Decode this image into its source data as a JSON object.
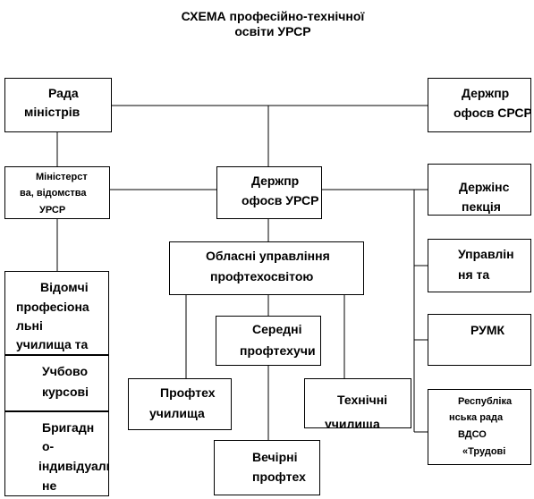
{
  "title": {
    "line1": "СХЕМА професійно-технічної",
    "line2": "освіти УРСР"
  },
  "nodes": {
    "rada_ministriv": {
      "line1": "Рада",
      "line2": "міністрів"
    },
    "derzhprofosvit_srsr": {
      "line1": "Держпр",
      "line2": "офосв СРСР"
    },
    "ministerstva": {
      "line1": "Міністерст",
      "line2": "ва, відомства",
      "line3": "УРСР"
    },
    "derzhprofosvit_ursr": {
      "line1": "Держпр",
      "line2": "офосв УРСР"
    },
    "derzhinspektsiia": {
      "line1": "Держінс",
      "line2": "пекція"
    },
    "oblasni_upravlinnia": {
      "line1": "Обласні управління",
      "line2": "профтехосвітою"
    },
    "upravlinnia_ta": {
      "line1": "Управлін",
      "line2": "ня та"
    },
    "vidomchi_uchylyshcha": {
      "line1": "Відомчі",
      "line2": "професіона",
      "line3": "льні",
      "line4": "училища та"
    },
    "seredni_proftekhuchylyshcha": {
      "line1": "Середні",
      "line2": "профтехучи"
    },
    "rumk": {
      "line1": "РУМК"
    },
    "uchbovo_kursovi": {
      "line1": "Учбово",
      "line2": "курсові"
    },
    "proftekh_uchylyshcha": {
      "line1": "Профтех",
      "line2": "училища"
    },
    "tekhnichni_uchylyshcha": {
      "line1": "Технічні",
      "line2": "училища"
    },
    "respublikanska_rada": {
      "line1": "Республіка",
      "line2": "нська рада",
      "line3": "ВДСО",
      "line4": "«Трудові"
    },
    "bryhadno_indyvidualni": {
      "line1": "Бригадн",
      "line2": "о-",
      "line3": "індивідуаль",
      "line4": "не"
    },
    "vechirni_proftekh": {
      "line1": "Вечірні",
      "line2": "профтех"
    }
  }
}
